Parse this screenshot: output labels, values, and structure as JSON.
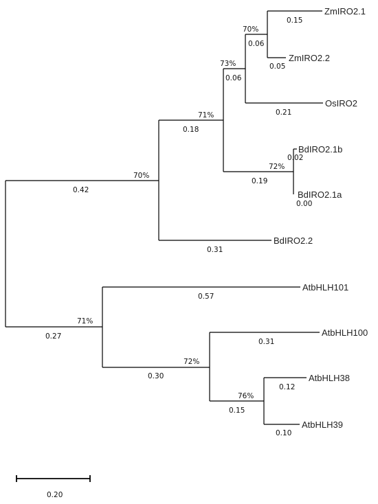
{
  "tree": {
    "taxa": {
      "zm21": "ZmIRO2.1",
      "zm22": "ZmIRO2.2",
      "os2": "OsIRO2",
      "bd21b": "BdIRO2.1b",
      "bd21a": "BdIRO2.1a",
      "bd22": "BdIRO2.2",
      "at101": "AtbHLH101",
      "at100": "AtbHLH100",
      "at38": "AtbHLH38",
      "at39": "AtbHLH39"
    },
    "branch_lengths": {
      "zm21": "0.15",
      "zm22": "0.05",
      "zm_clade": "0.06",
      "os2": "0.21",
      "grass_iro2": "0.06",
      "bd21b": "0.02",
      "bd21a": "0.00",
      "bd21_clade": "0.19",
      "iro2_core": "0.18",
      "bd22": "0.31",
      "monocot": "0.42",
      "at101": "0.57",
      "at100": "0.31",
      "at38": "0.12",
      "at39": "0.10",
      "at38_39": "0.15",
      "at100_clade": "0.30",
      "arabidopsis": "0.27"
    },
    "bootstrap": {
      "zm_clade": "70%",
      "grass_iro2": "73%",
      "iro2_core": "71%",
      "bd21_clade": "72%",
      "monocot": "70%",
      "at38_39": "76%",
      "at100_clade": "72%",
      "arabidopsis": "71%"
    },
    "scale_bar": {
      "value": 0.2,
      "label": "0.20"
    }
  }
}
